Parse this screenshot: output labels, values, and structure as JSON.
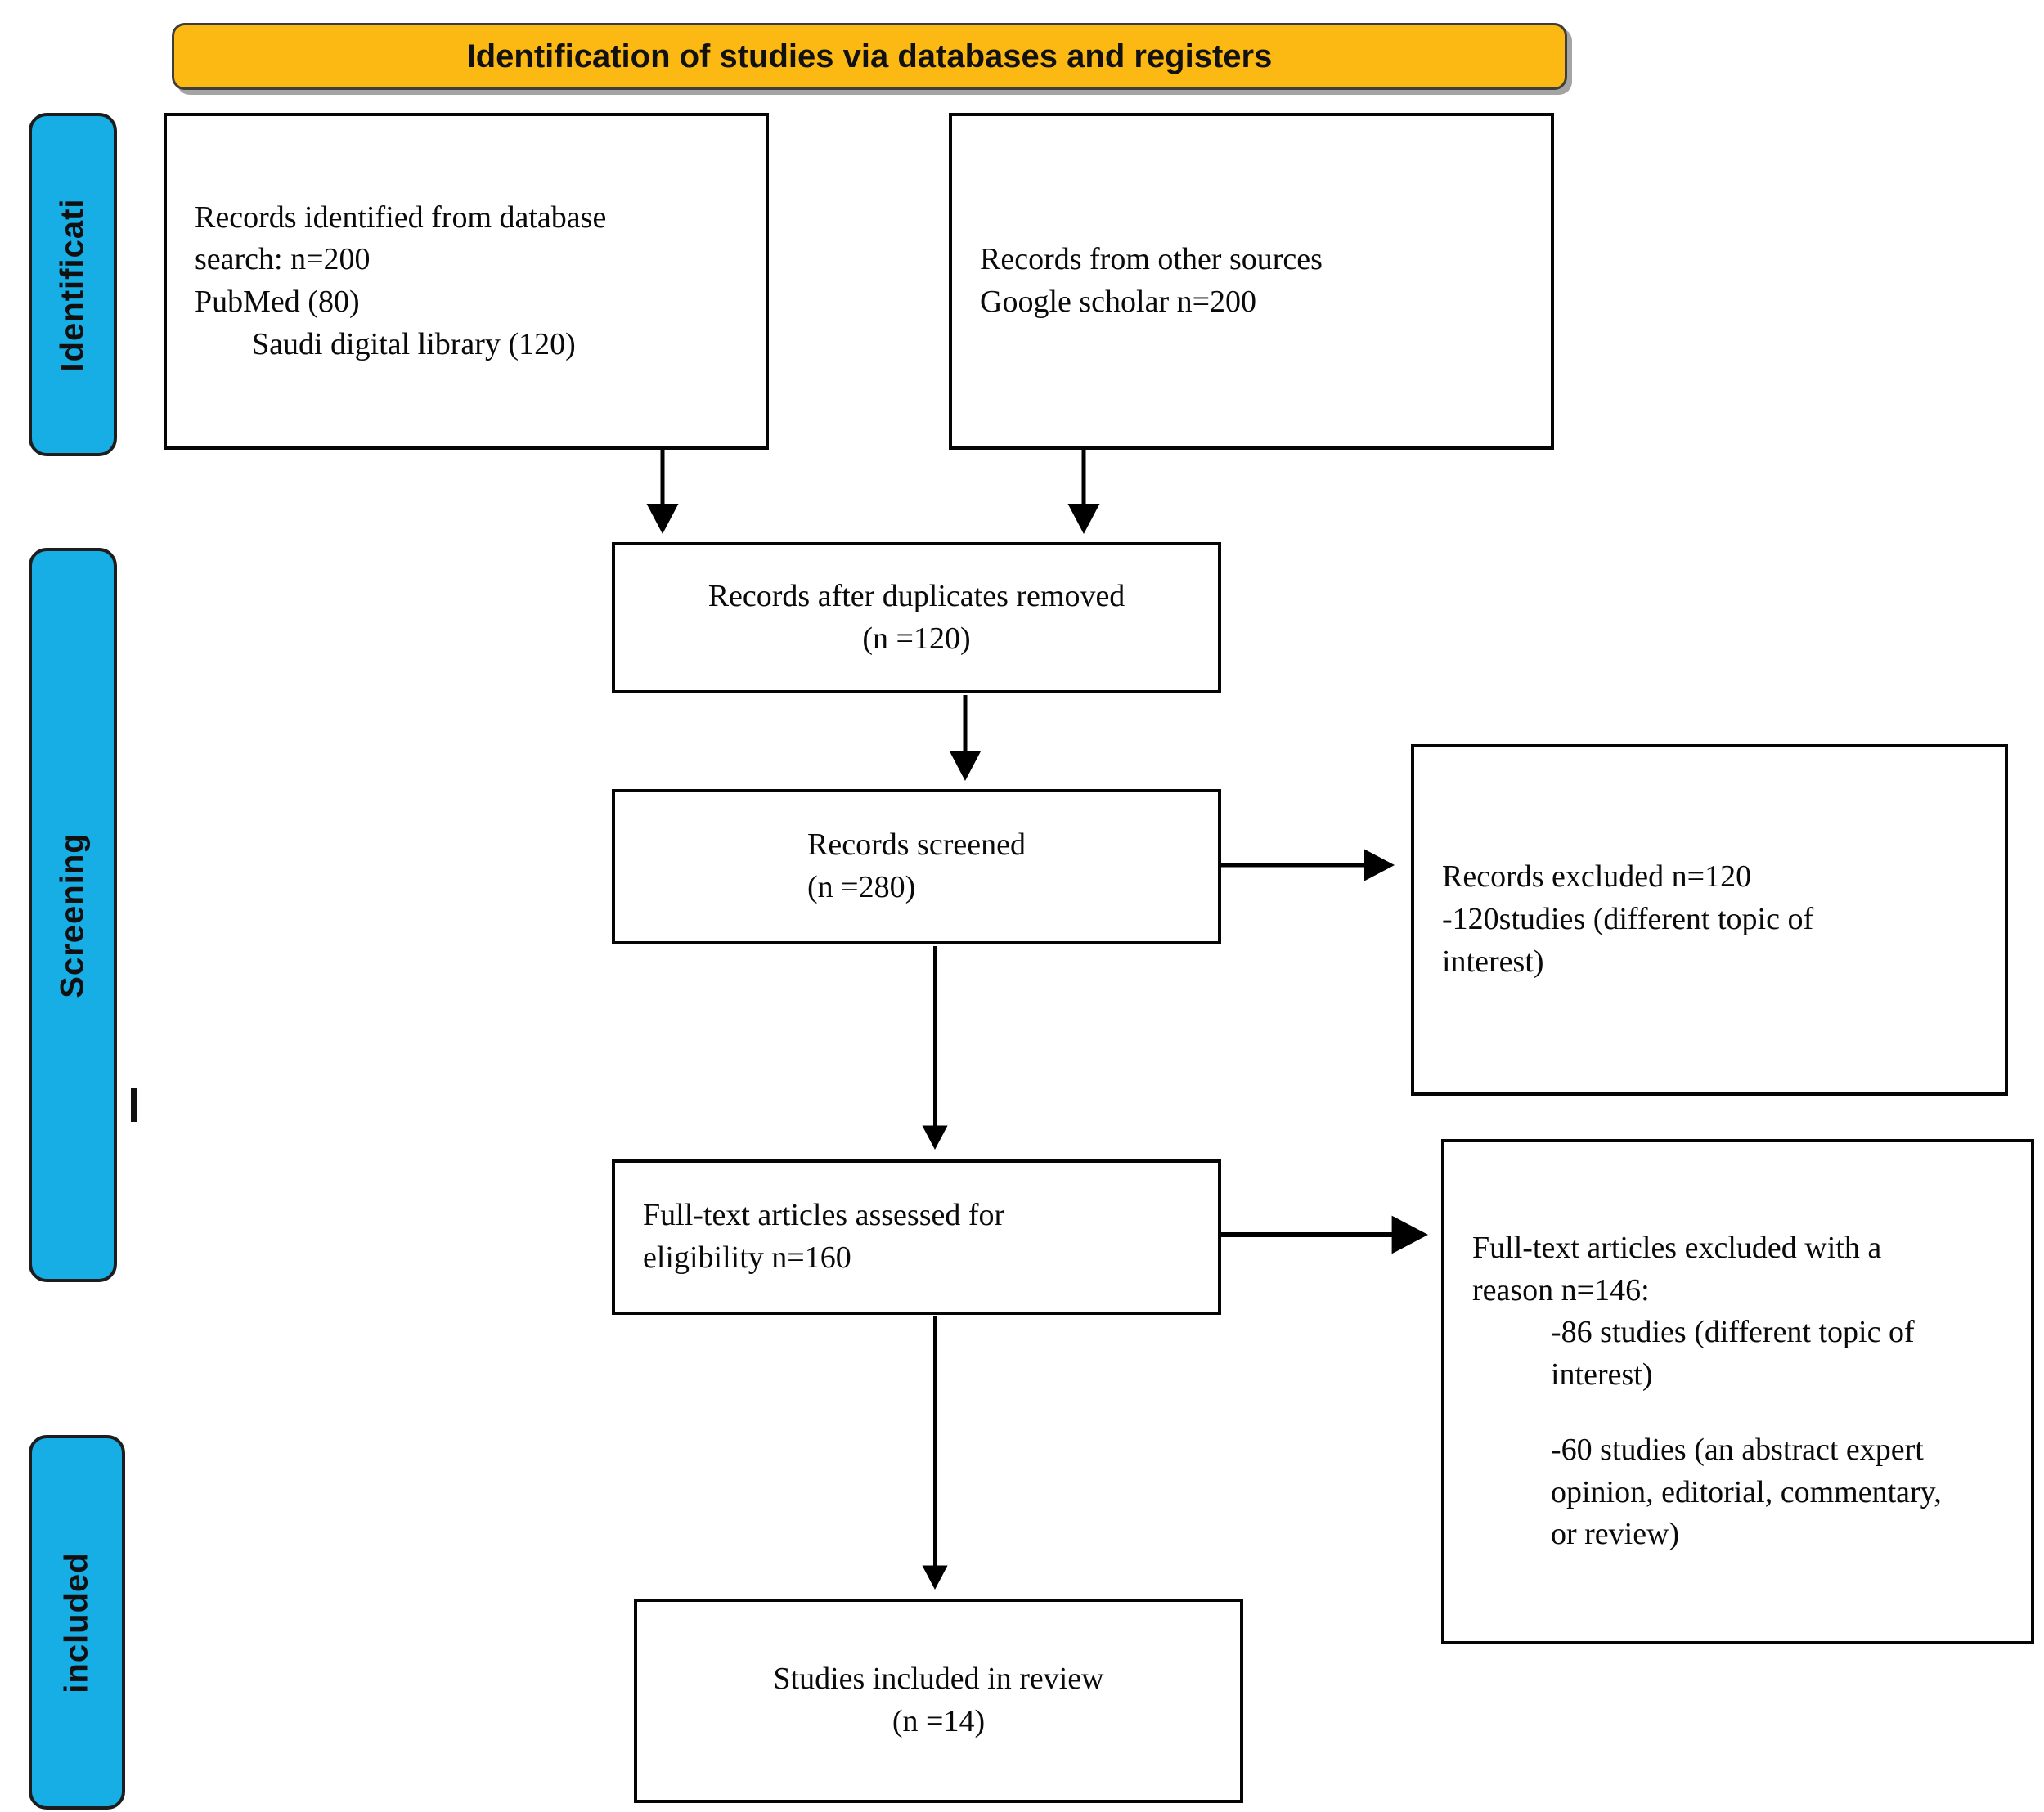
{
  "banner": {
    "title": "Identification of studies via databases and registers",
    "bg_color": "#FCB913",
    "text_color": "#111111"
  },
  "stages": [
    {
      "id": "identification",
      "label": "Identificati",
      "bg_color": "#17ADE5"
    },
    {
      "id": "screening",
      "label": "Screening",
      "bg_color": "#17ADE5"
    },
    {
      "id": "included",
      "label": "included",
      "bg_color": "#17ADE5"
    }
  ],
  "boxes": {
    "database_records": {
      "line1": "Records identified from database",
      "line2": "search: n=200",
      "line3": "PubMed (80)",
      "line4": "Saudi digital library (120)"
    },
    "other_sources": {
      "line1": "Records from other sources",
      "line2": "Google scholar n=200"
    },
    "duplicates_removed": {
      "line1": "Records after duplicates removed",
      "line2": "(n =120)"
    },
    "records_screened": {
      "line1": "Records screened",
      "line2": "(n =280)"
    },
    "records_excluded": {
      "line1": "Records excluded n=120",
      "line2": "-120studies (different topic of",
      "line3": "interest)"
    },
    "fulltext_assessed": {
      "line1": "Full-text articles assessed for",
      "line2": "eligibility n=160"
    },
    "fulltext_excluded": {
      "line1": "Full-text articles excluded with a",
      "line2": "reason n=146:",
      "line3": "-86 studies (different topic of",
      "line4": "interest)",
      "line5": "-60 studies (an abstract expert",
      "line6": "opinion, editorial, commentary,",
      "line7": "or review)"
    },
    "studies_included": {
      "line1": "Studies included in review",
      "line2": "(n =14)"
    }
  },
  "chart_data": {
    "type": "diagram",
    "title": "Identification of studies via databases and registers",
    "diagram_kind": "PRISMA flow diagram",
    "stages": [
      "Identification",
      "Screening",
      "Included"
    ],
    "nodes": [
      {
        "id": "database_records",
        "stage": "Identification",
        "label": "Records identified from database search: n=200; PubMed (80); Saudi digital library (120)",
        "n": 200
      },
      {
        "id": "other_sources",
        "stage": "Identification",
        "label": "Records from other sources Google scholar n=200",
        "n": 200
      },
      {
        "id": "duplicates_removed",
        "stage": "Screening",
        "label": "Records after duplicates removed (n =120)",
        "n": 120
      },
      {
        "id": "records_screened",
        "stage": "Screening",
        "label": "Records screened (n =280)",
        "n": 280
      },
      {
        "id": "records_excluded",
        "stage": "Screening",
        "label": "Records excluded n=120; -120studies (different topic of interest)",
        "n": 120
      },
      {
        "id": "fulltext_assessed",
        "stage": "Screening",
        "label": "Full-text articles assessed for eligibility n=160",
        "n": 160
      },
      {
        "id": "fulltext_excluded",
        "stage": "Screening",
        "label": "Full-text articles excluded with a reason n=146: -86 studies (different topic of interest); -60 studies (an abstract expert opinion, editorial, commentary, or review)",
        "n": 146
      },
      {
        "id": "studies_included",
        "stage": "Included",
        "label": "Studies included in review (n =14)",
        "n": 14
      }
    ],
    "edges": [
      {
        "from": "database_records",
        "to": "duplicates_removed",
        "direction": "down"
      },
      {
        "from": "other_sources",
        "to": "duplicates_removed",
        "direction": "down"
      },
      {
        "from": "duplicates_removed",
        "to": "records_screened",
        "direction": "down"
      },
      {
        "from": "records_screened",
        "to": "records_excluded",
        "direction": "right"
      },
      {
        "from": "records_screened",
        "to": "fulltext_assessed",
        "direction": "down"
      },
      {
        "from": "fulltext_assessed",
        "to": "fulltext_excluded",
        "direction": "right"
      },
      {
        "from": "fulltext_assessed",
        "to": "studies_included",
        "direction": "down"
      }
    ]
  }
}
